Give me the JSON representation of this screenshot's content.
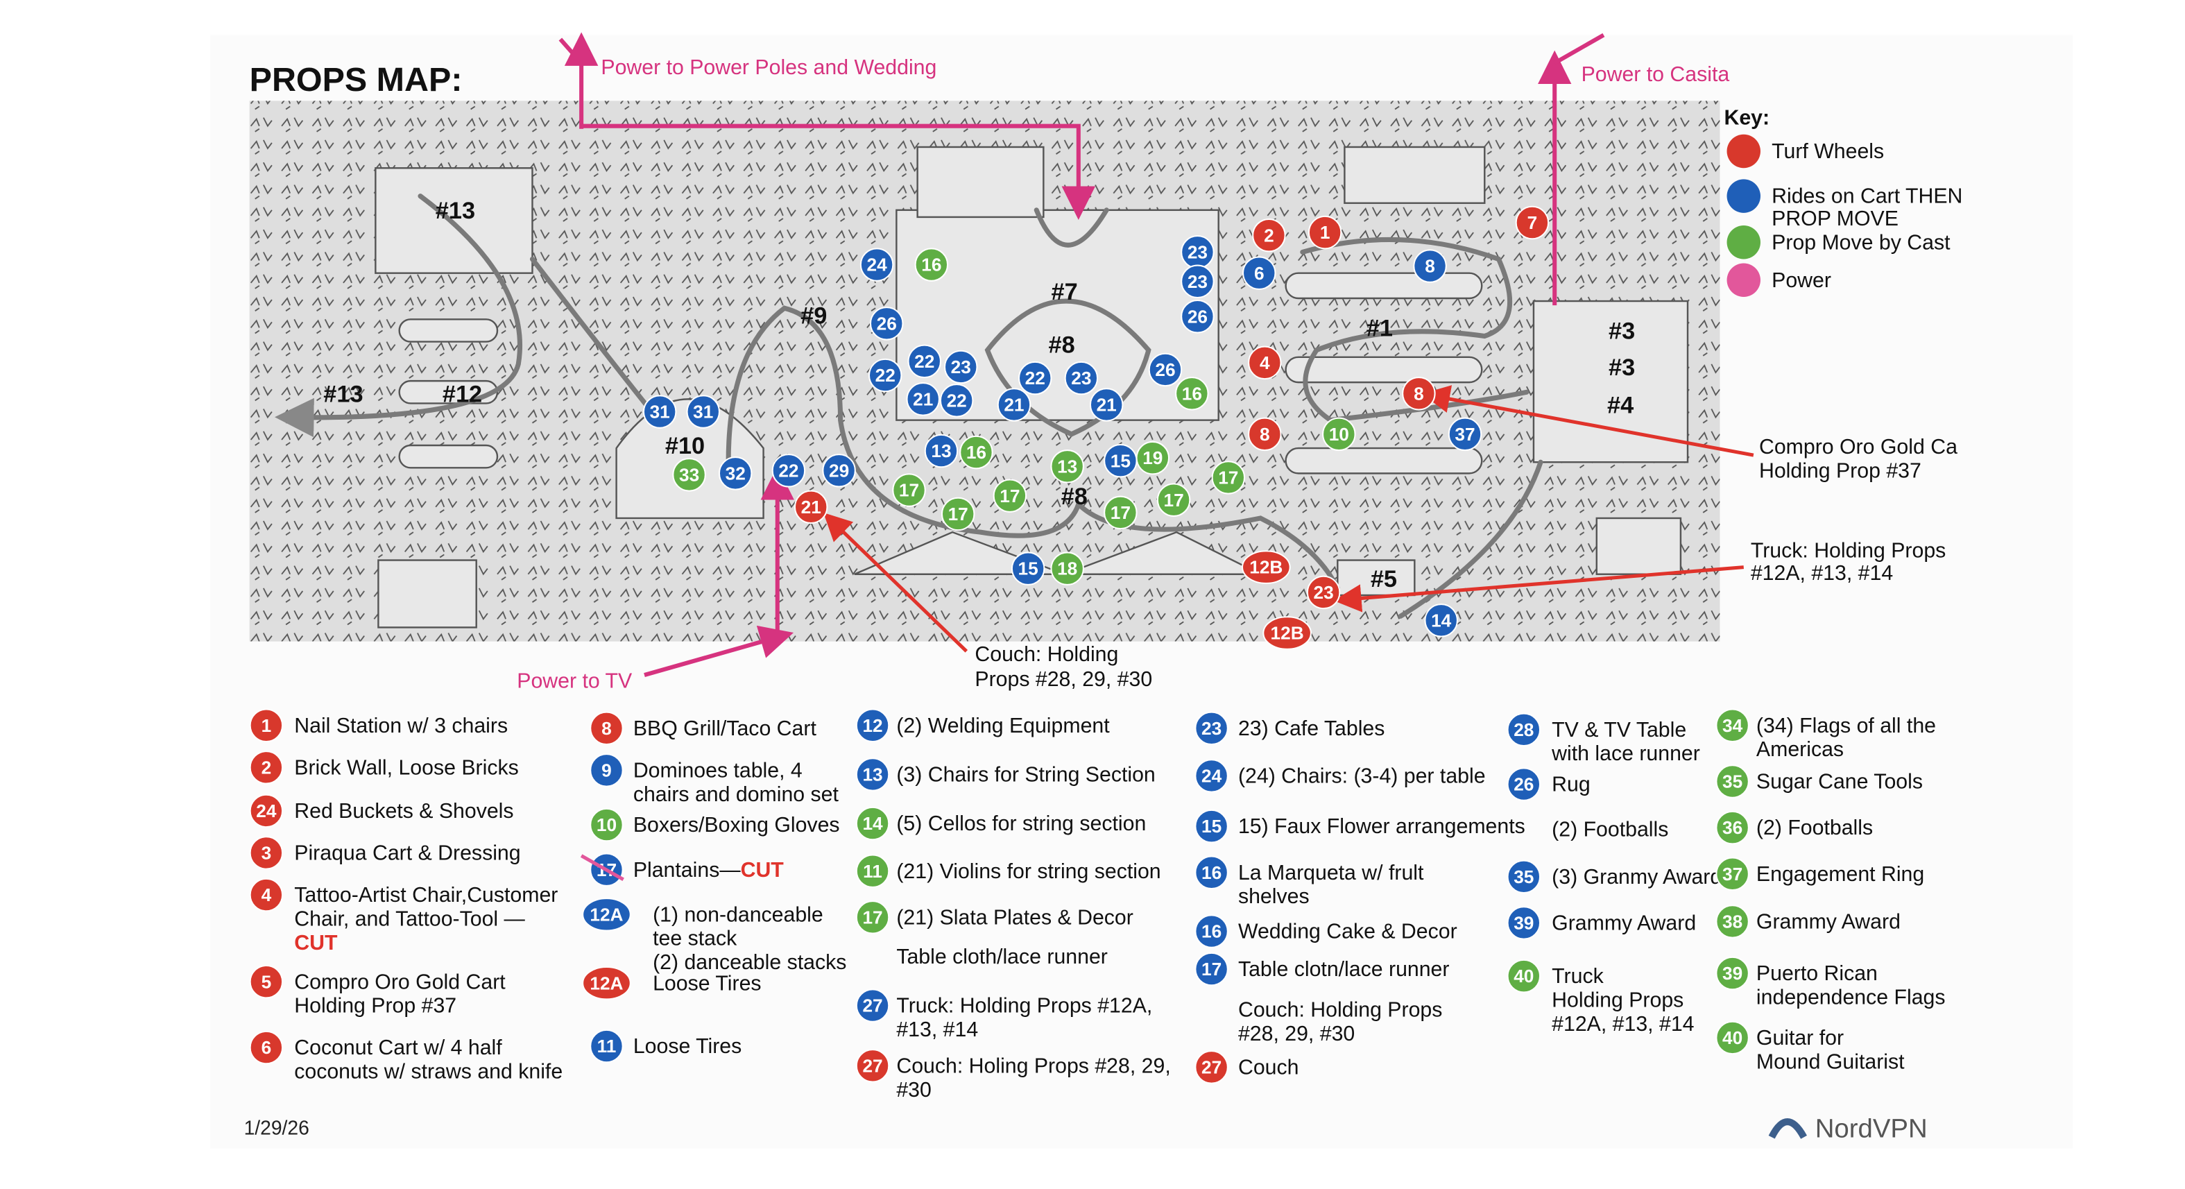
{
  "title": "PROPS MAP:",
  "date": "1/29/26",
  "watermark": "NordVPN",
  "colors": {
    "red": "#d8382c",
    "blue": "#1f5fb8",
    "green": "#5fae44",
    "pink": "#e2579b",
    "line": "#d6337f"
  },
  "key": {
    "title": "Key:",
    "items": [
      {
        "color": "red",
        "lines": [
          "Turf Wheels"
        ]
      },
      {
        "color": "blue",
        "lines": [
          "Rides on Cart THEN",
          "PROP MOVE"
        ]
      },
      {
        "color": "green",
        "lines": [
          "Prop Move by Cast"
        ]
      },
      {
        "color": "pink",
        "lines": [
          "Power"
        ]
      }
    ]
  },
  "power_labels": {
    "poles": "Power to Power Poles and Wedding",
    "casita": "Power to Casita",
    "tv": "Power to TV"
  },
  "callouts": {
    "compro": [
      "Compro Oro Gold Ca",
      "Holding Prop #37"
    ],
    "truck": [
      "Truck: Holding Props",
      "#12A, #13, #14"
    ],
    "couch": [
      "Couch: Holding",
      "Props #28, 29, #30"
    ]
  },
  "area_labels": [
    "#13",
    "#13",
    "#12",
    "#10",
    "#9",
    "#7",
    "#8",
    "#1",
    "#3",
    "#3",
    "#4",
    "#8",
    "#5"
  ],
  "markers": [
    {
      "n": "2",
      "c": "red"
    },
    {
      "n": "1",
      "c": "red"
    },
    {
      "n": "7",
      "c": "red"
    },
    {
      "n": "4",
      "c": "red"
    },
    {
      "n": "8",
      "c": "red"
    },
    {
      "n": "8",
      "c": "red"
    },
    {
      "n": "21",
      "c": "red"
    },
    {
      "n": "12B",
      "c": "red"
    },
    {
      "n": "23",
      "c": "red"
    },
    {
      "n": "12B",
      "c": "red"
    },
    {
      "n": "24",
      "c": "blue"
    },
    {
      "n": "6",
      "c": "blue"
    },
    {
      "n": "8",
      "c": "blue"
    },
    {
      "n": "23",
      "c": "blue"
    },
    {
      "n": "23",
      "c": "blue"
    },
    {
      "n": "26",
      "c": "blue"
    },
    {
      "n": "26",
      "c": "blue"
    },
    {
      "n": "22",
      "c": "blue"
    },
    {
      "n": "22",
      "c": "blue"
    },
    {
      "n": "23",
      "c": "blue"
    },
    {
      "n": "21",
      "c": "blue"
    },
    {
      "n": "22",
      "c": "blue"
    },
    {
      "n": "22",
      "c": "blue"
    },
    {
      "n": "23",
      "c": "blue"
    },
    {
      "n": "21",
      "c": "blue"
    },
    {
      "n": "21",
      "c": "blue"
    },
    {
      "n": "26",
      "c": "blue"
    },
    {
      "n": "31",
      "c": "blue"
    },
    {
      "n": "31",
      "c": "blue"
    },
    {
      "n": "32",
      "c": "blue"
    },
    {
      "n": "22",
      "c": "blue"
    },
    {
      "n": "29",
      "c": "blue"
    },
    {
      "n": "13",
      "c": "blue"
    },
    {
      "n": "15",
      "c": "blue"
    },
    {
      "n": "37",
      "c": "blue"
    },
    {
      "n": "15",
      "c": "blue"
    },
    {
      "n": "14",
      "c": "blue"
    },
    {
      "n": "16",
      "c": "green"
    },
    {
      "n": "16",
      "c": "green"
    },
    {
      "n": "10",
      "c": "green"
    },
    {
      "n": "33",
      "c": "green"
    },
    {
      "n": "16",
      "c": "green"
    },
    {
      "n": "13",
      "c": "green"
    },
    {
      "n": "19",
      "c": "green"
    },
    {
      "n": "17",
      "c": "green"
    },
    {
      "n": "17",
      "c": "green"
    },
    {
      "n": "17",
      "c": "green"
    },
    {
      "n": "17",
      "c": "green"
    },
    {
      "n": "17",
      "c": "green"
    },
    {
      "n": "17",
      "c": "green"
    },
    {
      "n": "18",
      "c": "green"
    }
  ],
  "legend": {
    "columns": [
      [
        {
          "badge": "1",
          "c": "red",
          "lines": [
            "Nail Station w/ 3 chairs"
          ]
        },
        {
          "badge": "2",
          "c": "red",
          "lines": [
            "Brick Wall, Loose Bricks"
          ]
        },
        {
          "badge": "24",
          "c": "red",
          "lines": [
            "Red Buckets & Shovels"
          ]
        },
        {
          "badge": "3",
          "c": "red",
          "lines": [
            "Piraqua Cart & Dressing"
          ]
        },
        {
          "badge": "4",
          "c": "red",
          "lines": [
            "Tattoo-Artist Chair,Customer",
            "Chair, and Tattoo-Tool —"
          ],
          "cut": "CUT"
        },
        {
          "badge": "5",
          "c": "red",
          "lines": [
            "Compro Oro Gold Cart",
            "Holding Prop #37"
          ]
        },
        {
          "badge": "6",
          "c": "red",
          "lines": [
            "Coconut Cart w/ 4 half",
            "coconuts w/ straws and knife"
          ]
        }
      ],
      [
        {
          "badge": "8",
          "c": "red",
          "lines": [
            "BBQ Grill/Taco Cart"
          ]
        },
        {
          "badge": "9",
          "c": "blue",
          "lines": [
            "Dominoes table, 4",
            "chairs and domino set"
          ]
        },
        {
          "badge": "10",
          "c": "green",
          "lines": [
            "Boxers/Boxing Gloves"
          ]
        },
        {
          "badge": "17",
          "c": "blue",
          "lines": [
            "Plantains—"
          ],
          "cut": "CUT",
          "cut_inline": true,
          "struck": true
        },
        {
          "badge": "12A",
          "c": "blue",
          "lines": [
            "(1) non-danceable",
            "tee stack",
            "(2) danceable stacks"
          ]
        },
        {
          "badge": "12A",
          "c": "red",
          "lines": [
            "Loose Tires"
          ]
        },
        {
          "badge": "11",
          "c": "blue",
          "lines": [
            "Loose Tires"
          ]
        }
      ],
      [
        {
          "badge": "12",
          "c": "blue",
          "lines": [
            "(2) Welding Equipment"
          ]
        },
        {
          "badge": "13",
          "c": "blue",
          "lines": [
            "(3) Chairs for String Section"
          ]
        },
        {
          "badge": "14",
          "c": "green",
          "lines": [
            "(5) Cellos for string section"
          ]
        },
        {
          "badge": "11",
          "c": "green",
          "lines": [
            "(21) Violins for string section"
          ]
        },
        {
          "badge": "17",
          "c": "green",
          "lines": [
            "(21) Slata Plates & Decor"
          ]
        },
        {
          "badge": null,
          "c": null,
          "lines": [
            "Table cloth/lace runner"
          ]
        },
        {
          "badge": "27",
          "c": "blue",
          "lines": [
            "Truck: Holding Props #12A,",
            "#13, #14"
          ]
        },
        {
          "badge": "27",
          "c": "red",
          "lines": [
            "Couch: Holing Props #28, 29,",
            "#30"
          ]
        }
      ],
      [
        {
          "badge": "23",
          "c": "blue",
          "lines": [
            "23) Cafe Tables"
          ]
        },
        {
          "badge": "24",
          "c": "blue",
          "lines": [
            "(24) Chairs: (3-4) per table"
          ]
        },
        {
          "badge": "15",
          "c": "blue",
          "lines": [
            "15) Faux Flower arrangements"
          ]
        },
        {
          "badge": "16",
          "c": "blue",
          "lines": [
            "La Marqueta w/ frult",
            "shelves"
          ]
        },
        {
          "badge": "16",
          "c": "blue",
          "lines": [
            "Wedding Cake & Decor"
          ]
        },
        {
          "badge": "17",
          "c": "blue",
          "lines": [
            "Table clotn/lace runner"
          ]
        },
        {
          "badge": null,
          "c": null,
          "lines": [
            "Couch: Holding Props",
            "#28, 29, #30"
          ]
        },
        {
          "badge": "27",
          "c": "red",
          "lines": [
            "Couch"
          ]
        }
      ],
      [
        {
          "badge": "28",
          "c": "blue",
          "lines": [
            "TV & TV Table",
            "with lace runner"
          ]
        },
        {
          "badge": "26",
          "c": "blue",
          "lines": [
            "Rug"
          ]
        },
        {
          "badge": null,
          "c": null,
          "lines": [
            "(2) Footballs"
          ]
        },
        {
          "badge": "35",
          "c": "blue",
          "lines": [
            "(3) Granmy Award"
          ]
        },
        {
          "badge": "39",
          "c": "blue",
          "lines": [
            "Grammy Award"
          ]
        },
        {
          "badge": "40",
          "c": "green",
          "lines": [
            "Truck",
            "Holding Props",
            "#12A, #13, #14"
          ]
        }
      ],
      [
        {
          "badge": "34",
          "c": "green",
          "lines": [
            "(34) Flags of all the",
            "Americas"
          ]
        },
        {
          "badge": "35",
          "c": "green",
          "lines": [
            "Sugar Cane Tools"
          ]
        },
        {
          "badge": "36",
          "c": "green",
          "lines": [
            "(2) Footballs"
          ]
        },
        {
          "badge": "37",
          "c": "green",
          "lines": [
            "Engagement Ring"
          ]
        },
        {
          "badge": "38",
          "c": "green",
          "lines": [
            "Grammy Award"
          ]
        },
        {
          "badge": "39",
          "c": "green",
          "lines": [
            "Puerto Rican",
            "independence Flags"
          ]
        },
        {
          "badge": "40",
          "c": "green",
          "lines": [
            "Guitar for",
            "Mound Guitarist"
          ]
        }
      ]
    ]
  }
}
